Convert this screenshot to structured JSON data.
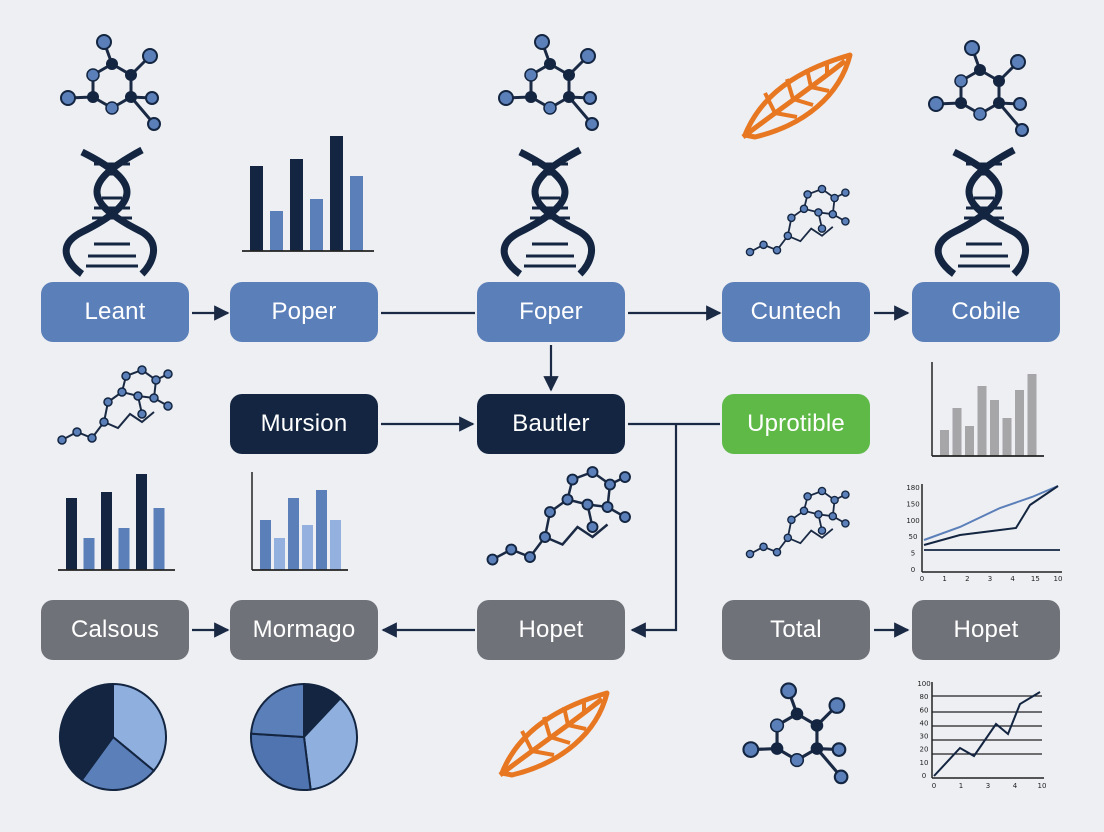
{
  "colors": {
    "background": "#edeff3",
    "blue": "#5b7fb9",
    "navy": "#132540",
    "green": "#5fb947",
    "gray": "#6f7278",
    "orange": "#e87722",
    "edge": "#1b2a44"
  },
  "nodes": [
    {
      "id": "leant",
      "label": "Leant",
      "style": "blue"
    },
    {
      "id": "poper",
      "label": "Poper",
      "style": "blue"
    },
    {
      "id": "foper",
      "label": "Foper",
      "style": "blue"
    },
    {
      "id": "cuntech",
      "label": "Cuntech",
      "style": "blue"
    },
    {
      "id": "cobile",
      "label": "Cobile",
      "style": "blue"
    },
    {
      "id": "mursion",
      "label": "Mursion",
      "style": "navy"
    },
    {
      "id": "bautler",
      "label": "Bautler",
      "style": "navy"
    },
    {
      "id": "uprotible",
      "label": "Uprotible",
      "style": "green"
    },
    {
      "id": "calsous",
      "label": "Calsous",
      "style": "gray"
    },
    {
      "id": "mormago",
      "label": "Mormago",
      "style": "gray"
    },
    {
      "id": "hopet1",
      "label": "Hopet",
      "style": "gray"
    },
    {
      "id": "total",
      "label": "Total",
      "style": "gray"
    },
    {
      "id": "hopet2",
      "label": "Hopet",
      "style": "gray"
    }
  ],
  "edges": [
    {
      "from": "leant",
      "to": "poper"
    },
    {
      "from": "poper",
      "to": "foper",
      "arrow": false
    },
    {
      "from": "foper",
      "to": "cuntech"
    },
    {
      "from": "cuntech",
      "to": "cobile"
    },
    {
      "from": "foper",
      "to": "bautler"
    },
    {
      "from": "mursion",
      "to": "bautler"
    },
    {
      "from": "bautler",
      "to": "uprotible",
      "arrow": false
    },
    {
      "from": "bautler",
      "to": "hopet1",
      "routed": true
    },
    {
      "from": "hopet1",
      "to": "mormago"
    },
    {
      "from": "calsous",
      "to": "mormago"
    },
    {
      "from": "total",
      "to": "hopet2"
    }
  ],
  "icons": [
    "molecule-icon",
    "dna-helix-icon",
    "bar-chart-icon",
    "leaf-icon",
    "pie-chart-icon",
    "line-chart-icon"
  ],
  "mini_charts": {
    "bars_top": [
      {
        "h": 85,
        "c": "navy"
      },
      {
        "h": 40,
        "c": "blue"
      },
      {
        "h": 92,
        "c": "navy"
      },
      {
        "h": 52,
        "c": "blue"
      },
      {
        "h": 115,
        "c": "navy"
      },
      {
        "h": 75,
        "c": "blue"
      }
    ],
    "bars_left": [
      {
        "h": 72,
        "c": "navy"
      },
      {
        "h": 32,
        "c": "blue"
      },
      {
        "h": 78,
        "c": "navy"
      },
      {
        "h": 42,
        "c": "blue"
      },
      {
        "h": 96,
        "c": "navy"
      },
      {
        "h": 62,
        "c": "blue"
      }
    ],
    "bars_mid": [
      {
        "h": 50,
        "c": "blue"
      },
      {
        "h": 32,
        "c": "lightblue"
      },
      {
        "h": 72,
        "c": "blue"
      },
      {
        "h": 45,
        "c": "lightblue"
      },
      {
        "h": 80,
        "c": "blue"
      },
      {
        "h": 50,
        "c": "lightblue"
      }
    ],
    "bars_gray": [
      {
        "h": 26
      },
      {
        "h": 48
      },
      {
        "h": 30
      },
      {
        "h": 70
      },
      {
        "h": 56
      },
      {
        "h": 38
      },
      {
        "h": 66
      },
      {
        "h": 82
      }
    ],
    "pie_left": [
      0.36,
      0.24,
      0.4
    ],
    "pie_right": [
      0.12,
      0.36,
      0.28,
      0.24
    ],
    "line_chart_1": {
      "x_ticks": [
        "0",
        "1",
        "2",
        "3",
        "4",
        "15",
        "10"
      ],
      "y_ticks": [
        "180",
        "150",
        "100",
        "50",
        "5",
        "0"
      ]
    },
    "line_chart_2": {
      "x_ticks": [
        "0",
        "1",
        "3",
        "4",
        "10"
      ],
      "y_ticks": [
        "100",
        "80",
        "60",
        "40",
        "30",
        "20",
        "10",
        "0"
      ]
    }
  }
}
